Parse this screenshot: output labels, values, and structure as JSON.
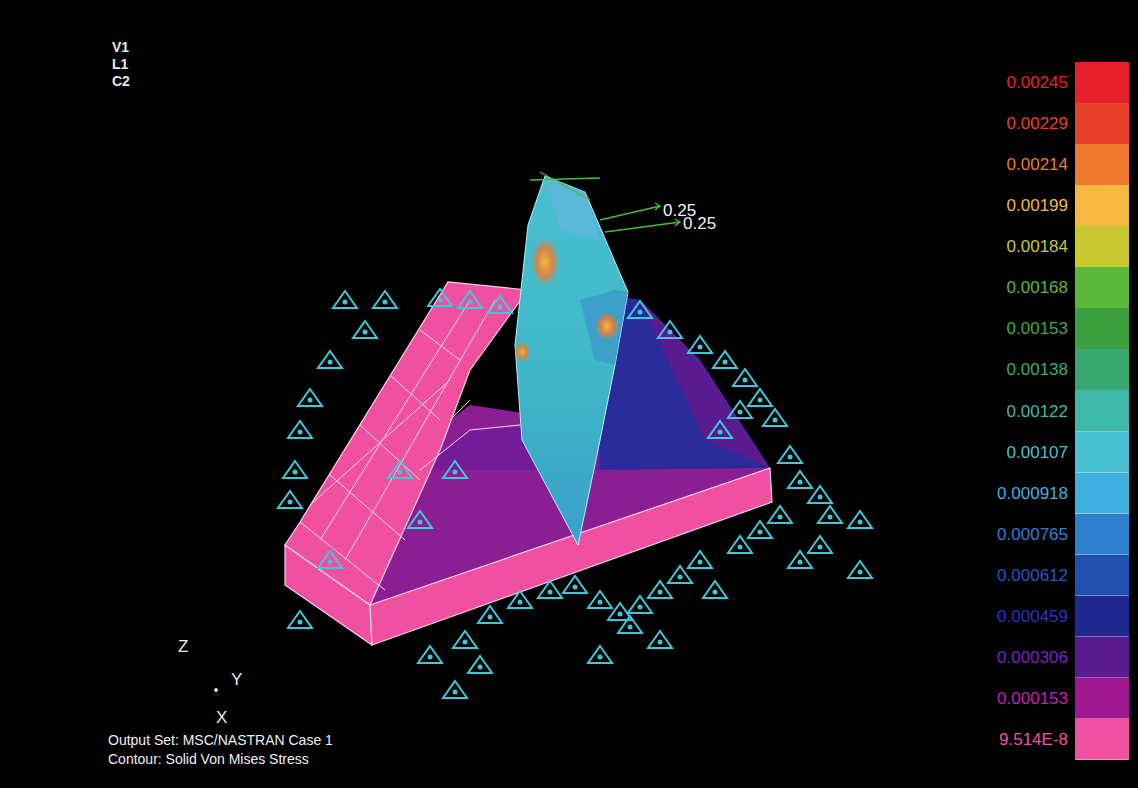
{
  "diagram": {
    "labels": [
      "V1",
      "L1",
      "C2",
      "0.25",
      "0.25",
      "Z",
      "Y",
      "X",
      "Output Set: MSC/NASTRAN Case 1",
      "Contour: Solid Von Mises Stress"
    ],
    "legend": [
      {
        "text": "0.00245",
        "color": "#e8202a"
      },
      {
        "text": "0.00229",
        "color": "#e8402a"
      },
      {
        "text": "0.00214",
        "color": "#f07a30"
      },
      {
        "text": "0.00199",
        "color": "#f5b840"
      },
      {
        "text": "0.00184",
        "color": "#c8c830"
      },
      {
        "text": "0.00168",
        "color": "#5cb838"
      },
      {
        "text": "0.00153",
        "color": "#3ca040"
      },
      {
        "text": "0.00138",
        "color": "#38a870"
      },
      {
        "text": "0.00122",
        "color": "#40b8a8"
      },
      {
        "text": "0.00107",
        "color": "#48c0d0"
      },
      {
        "text": "0.000918",
        "color": "#40b0e0"
      },
      {
        "text": "0.000765",
        "color": "#3080d0"
      },
      {
        "text": "0.000612",
        "color": "#2050b0"
      },
      {
        "text": "0.000459",
        "color": "#202890"
      },
      {
        "text": "0.000306",
        "color": "#5a1a90"
      },
      {
        "text": "0.000153",
        "color": "#a01890"
      },
      {
        "text": "9.514E-8",
        "color": "#f050a0"
      }
    ]
  }
}
